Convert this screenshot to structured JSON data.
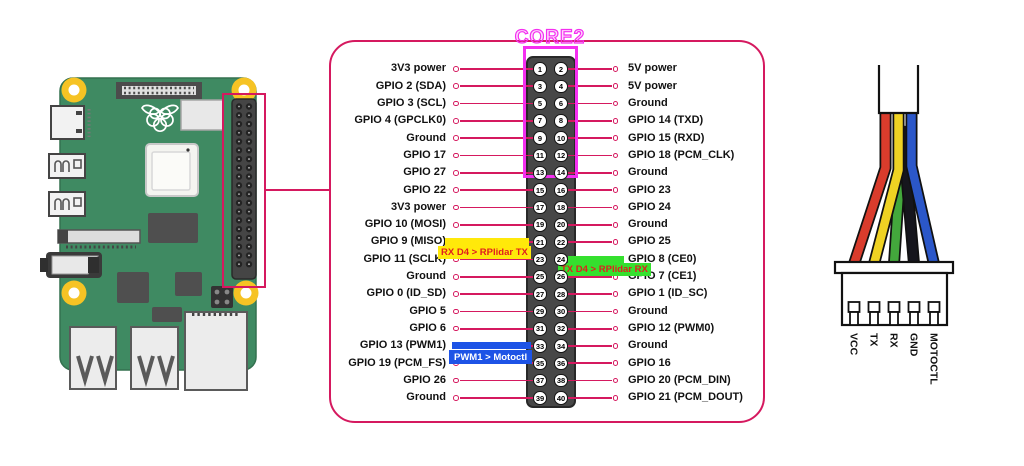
{
  "title": "CORE2",
  "pinout": {
    "rows": [
      {
        "left_pin": 1,
        "left_label": "3V3 power",
        "right_pin": 2,
        "right_label": "5V power"
      },
      {
        "left_pin": 3,
        "left_label": "GPIO 2 (SDA)",
        "right_pin": 4,
        "right_label": "5V power"
      },
      {
        "left_pin": 5,
        "left_label": "GPIO 3 (SCL)",
        "right_pin": 6,
        "right_label": "Ground"
      },
      {
        "left_pin": 7,
        "left_label": "GPIO 4 (GPCLK0)",
        "right_pin": 8,
        "right_label": "GPIO 14 (TXD)"
      },
      {
        "left_pin": 9,
        "left_label": "Ground",
        "right_pin": 10,
        "right_label": "GPIO 15 (RXD)"
      },
      {
        "left_pin": 11,
        "left_label": "GPIO 17",
        "right_pin": 12,
        "right_label": "GPIO 18 (PCM_CLK)"
      },
      {
        "left_pin": 13,
        "left_label": "GPIO 27",
        "right_pin": 14,
        "right_label": "Ground"
      },
      {
        "left_pin": 15,
        "left_label": "GPIO 22",
        "right_pin": 16,
        "right_label": "GPIO 23"
      },
      {
        "left_pin": 17,
        "left_label": "3V3 power",
        "right_pin": 18,
        "right_label": "GPIO 24"
      },
      {
        "left_pin": 19,
        "left_label": "GPIO 10 (MOSI)",
        "right_pin": 20,
        "right_label": "Ground"
      },
      {
        "left_pin": 21,
        "left_label": "GPIO 9 (MISO)",
        "right_pin": 22,
        "right_label": "GPIO 25"
      },
      {
        "left_pin": 23,
        "left_label": "GPIO 11 (SCLK)",
        "right_pin": 24,
        "right_label": "GPIO 8 (CE0)"
      },
      {
        "left_pin": 25,
        "left_label": "Ground",
        "right_pin": 26,
        "right_label": "GPIO 7 (CE1)"
      },
      {
        "left_pin": 27,
        "left_label": "GPIO 0 (ID_SD)",
        "right_pin": 28,
        "right_label": "GPIO 1 (ID_SC)"
      },
      {
        "left_pin": 29,
        "left_label": "GPIO 5",
        "right_pin": 30,
        "right_label": "Ground"
      },
      {
        "left_pin": 31,
        "left_label": "GPIO 6",
        "right_pin": 32,
        "right_label": "GPIO 12 (PWM0)"
      },
      {
        "left_pin": 33,
        "left_label": "GPIO 13 (PWM1)",
        "right_pin": 34,
        "right_label": "Ground"
      },
      {
        "left_pin": 35,
        "left_label": "GPIO 19 (PCM_FS)",
        "right_pin": 36,
        "right_label": "GPIO 16"
      },
      {
        "left_pin": 37,
        "left_label": "GPIO 26",
        "right_pin": 38,
        "right_label": "GPIO 20 (PCM_DIN)"
      },
      {
        "left_pin": 39,
        "left_label": "Ground",
        "right_pin": 40,
        "right_label": "GPIO 21 (PCM_DOUT)"
      }
    ]
  },
  "annotations": {
    "miso": {
      "label": "RX D4 > RPlidar TX",
      "bar_color": "#ffe90a",
      "text_color": "#e01f1f",
      "pin": 21
    },
    "ce0": {
      "label": "TX D4 > RPlidar RX",
      "bar_color": "#35e02e",
      "text_color": "#e01f1f",
      "pin": 24
    },
    "pwm": {
      "label": "PWM1 > Motoctl",
      "bar_color": "#1d53e6",
      "text_color": "#ffffff",
      "pin": 33
    }
  },
  "connector": {
    "pin_labels": [
      "VCC",
      "TX",
      "RX",
      "GND",
      "MOTOCTL"
    ],
    "wire_colors": [
      "#d93c2c",
      "#efd223",
      "#43a83c",
      "#16161d",
      "#2b57c9"
    ]
  },
  "colors": {
    "leader_line": "#d5195f",
    "highlight_magenta": "#f42ff0",
    "header_gray": "#474747",
    "board_green": "#3f8a62",
    "mount_hole_gold": "#f6c324"
  }
}
